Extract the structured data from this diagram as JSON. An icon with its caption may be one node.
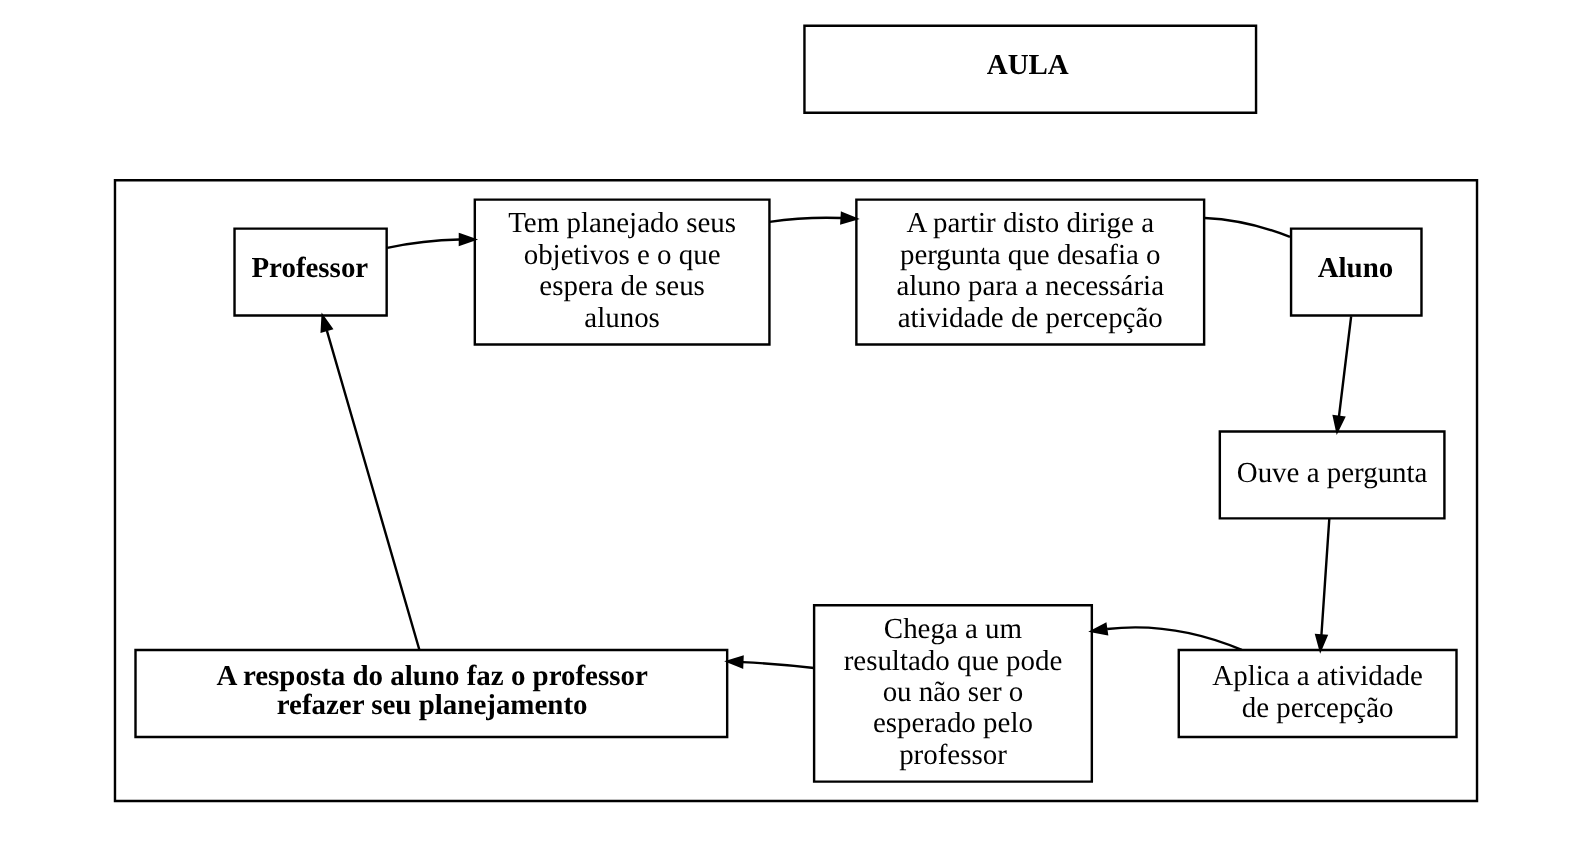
{
  "diagram": {
    "nodes": [
      {
        "text": [
          "AULA"
        ]
      },
      {
        "text": [],
        "shape": "box"
      },
      {
        "text": [
          "Professor"
        ],
        "in": 1
      },
      {
        "text": [
          "Tem planejado seus objetivos e o que espera de seus alunos"
        ],
        "in": 1
      },
      {
        "text": [
          "A partir disto dirige a pergunta que desafia o aluno para a necessária atividade de percepção"
        ],
        "in": 1
      },
      {
        "text": [
          "Aluno"
        ],
        "in": 1
      },
      {
        "text": [
          "Ouve a pergunta"
        ],
        "in": 1
      },
      {
        "text": [
          "Aplica a atividade de percepção"
        ],
        "in": 1
      },
      {
        "text": [
          "Chega a um resultado que pode ou não ser o esperado pelo professor"
        ],
        "in": 1
      },
      {
        "text": [
          "A resposta do aluno faz o professor refazer seu planejamento"
        ],
        "in": 1
      }
    ],
    "edges": [
      {
        "from": 2,
        "to": 3,
        "arrow": "to"
      },
      {
        "from": 3,
        "to": 4,
        "arrow": "to"
      },
      {
        "from": 4,
        "to": 5,
        "arrow": "none"
      },
      {
        "from": 5,
        "to": 6,
        "arrow": "to"
      },
      {
        "from": 6,
        "to": 7,
        "arrow": "to"
      },
      {
        "from": 7,
        "to": 8,
        "arrow": "to"
      },
      {
        "from": 8,
        "to": 9,
        "arrow": "to"
      },
      {
        "from": 9,
        "to": 2,
        "arrow": "to"
      }
    ]
  }
}
